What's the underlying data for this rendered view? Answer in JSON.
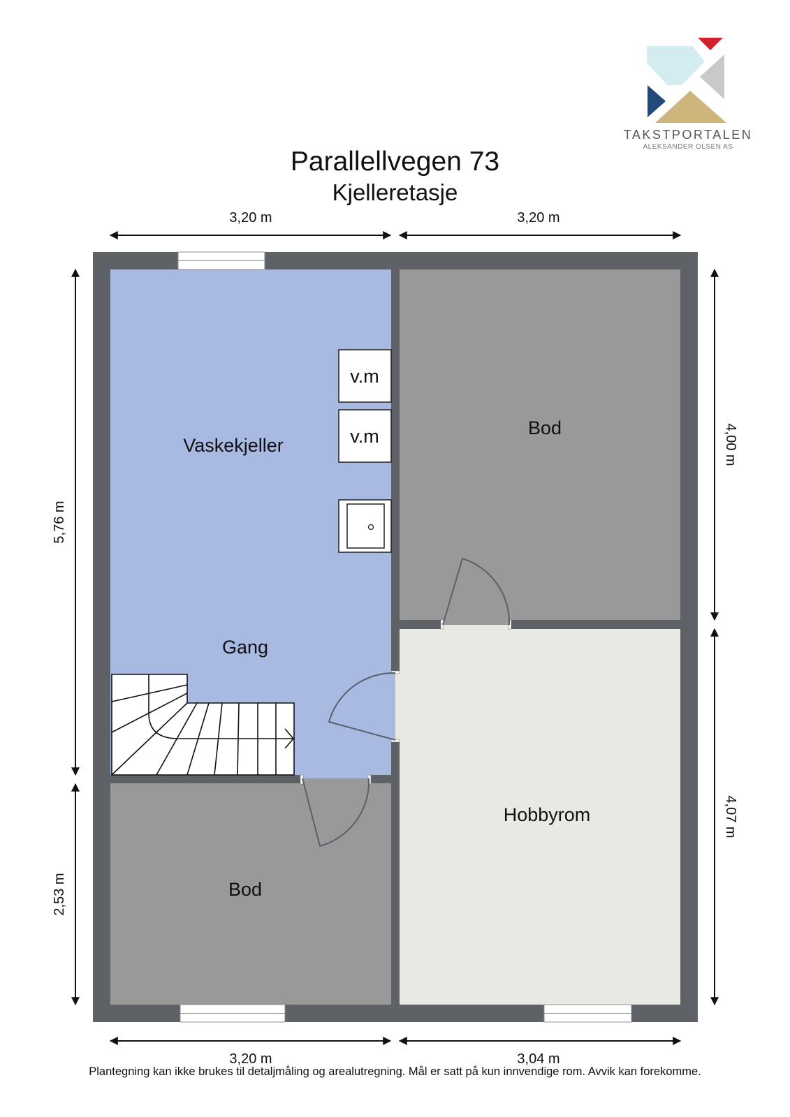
{
  "header": {
    "title": "Parallellvegen 73",
    "subtitle": "Kjelleretasje"
  },
  "logo": {
    "name": "TAKSTPORTALEN",
    "tagline": "ALEKSANDER OLSEN AS",
    "colors": {
      "red": "#d0222c",
      "light_blue": "#d3ecf0",
      "grey": "#c8c9cb",
      "navy": "#1f4a7a",
      "gold": "#cdb57c"
    }
  },
  "rooms": [
    {
      "id": "vaskekjeller",
      "label": "Vaskekjeller",
      "color": "#a8b9e2"
    },
    {
      "id": "gang",
      "label": "Gang",
      "color": "#a8b9e2"
    },
    {
      "id": "bod-upper",
      "label": "Bod",
      "color": "#999999"
    },
    {
      "id": "hobbyrom",
      "label": "Hobbyrom",
      "color": "#e9e9e3"
    },
    {
      "id": "bod-lower",
      "label": "Bod",
      "color": "#999999"
    }
  ],
  "fixtures": {
    "washer1": "v.m",
    "washer2": "v.m"
  },
  "dimensions": {
    "top_left": "3,20 m",
    "top_right": "3,20 m",
    "bottom_left": "3,20 m",
    "bottom_right": "3,04 m",
    "left_upper": "5,76 m",
    "left_lower": "2,53 m",
    "right_upper": "4,00 m",
    "right_lower": "4,07 m"
  },
  "colors": {
    "wall": "#5e6166",
    "window": "#ffffff",
    "line": "#5a5f6a"
  },
  "footer": {
    "disclaimer": "Plantegning kan ikke brukes til detaljmåling og arealutregning. Mål er satt på kun innvendige rom. Avvik kan forekomme."
  }
}
